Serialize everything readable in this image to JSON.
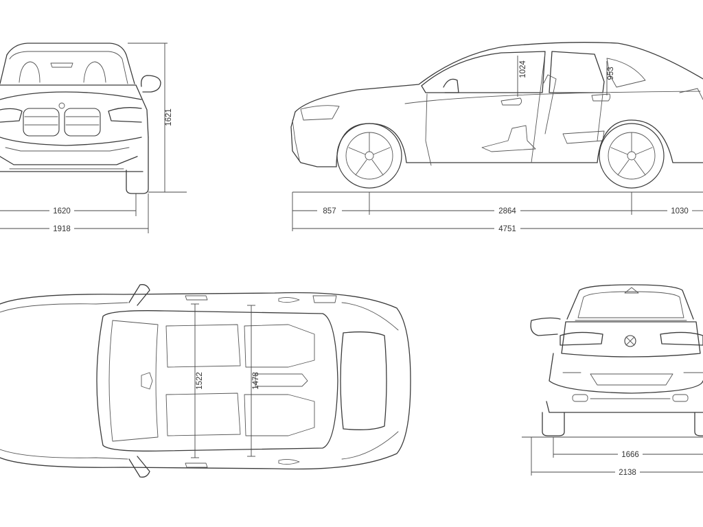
{
  "front_view": {
    "track": "1620",
    "width": "1918",
    "height": "1621"
  },
  "side_view": {
    "front_overhang": "857",
    "wheelbase": "2864",
    "rear_overhang": "1030",
    "length": "4751",
    "front_headroom": "1024",
    "rear_headroom": "953"
  },
  "top_view": {
    "front_shoulder_width": "1522",
    "rear_shoulder_width": "1478"
  },
  "rear_view": {
    "track": "1666",
    "width_with_mirrors": "2138"
  }
}
